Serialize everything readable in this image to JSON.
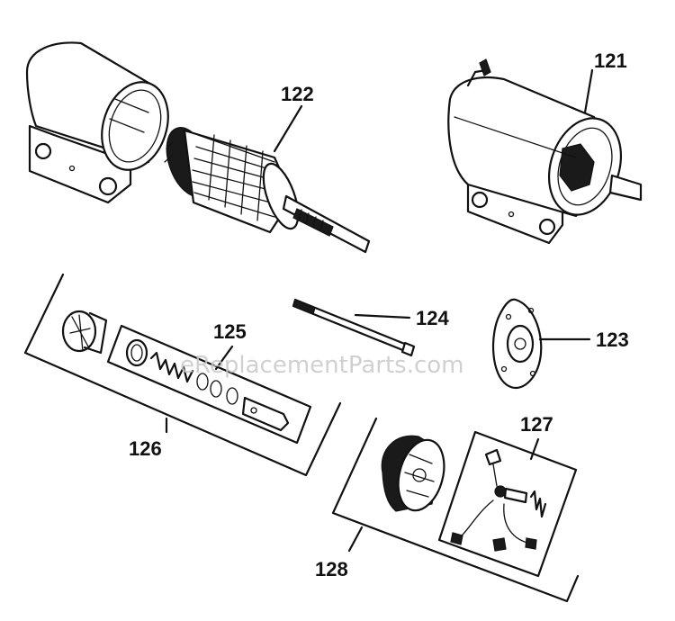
{
  "parts": [
    {
      "number": "121"
    },
    {
      "number": "122"
    },
    {
      "number": "123"
    },
    {
      "number": "124"
    },
    {
      "number": "125"
    },
    {
      "number": "126"
    },
    {
      "number": "127"
    },
    {
      "number": "128"
    }
  ],
  "watermark": "eReplacementParts.com",
  "colors": {
    "ink": "#111111",
    "paper": "#ffffff",
    "watermark": "#c8c8c8"
  }
}
